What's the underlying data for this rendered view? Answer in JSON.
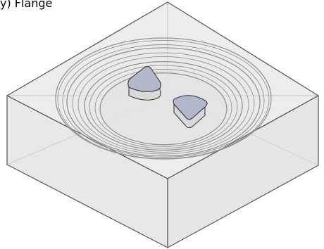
{
  "figure": {
    "caption": "y) Flange"
  },
  "colors": {
    "body_face": "#d6d6d6",
    "body_edge": "#555555",
    "rim_edge": "#8a8a8a",
    "rim_fill": "#e9e9e9",
    "floor": "#dcdcdc",
    "nub_top": "#b3b7cb",
    "nub_side": "#d9d9d9",
    "nub_edge": "#3c3c3c"
  },
  "icons": {
    "body": "translucent-square-block",
    "rings": "concentric-circular-grooves",
    "nubs": "rounded-triangular-pegs"
  }
}
